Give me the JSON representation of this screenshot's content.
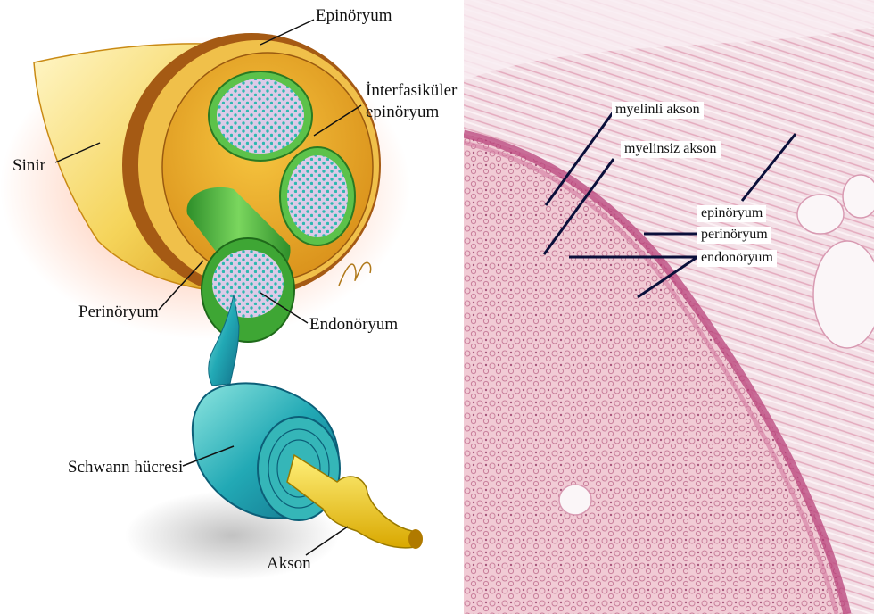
{
  "left_diagram": {
    "labels": {
      "epinoryum": "Epinöryum",
      "interfasikuler_line1": "İnterfasiküler",
      "interfasikuler_line2": "epinöryum",
      "sinir": "Sinir",
      "perinoryum": "Perinöryum",
      "endonoryum": "Endonöryum",
      "schwann": "Schwann hücresi",
      "akson": "Akson"
    }
  },
  "micrograph": {
    "labels": {
      "myelinli": "myelinli akson",
      "myelinsiz": "myelinsiz akson",
      "epinoryum": "epinöryum",
      "perinoryum": "perinöryum",
      "endonoryum": "endonöryum"
    }
  },
  "colors": {
    "nerve_yellow": "#f2c230",
    "epineurium_gold": "#e9a81c",
    "perineurium_green": "#4dbb3a",
    "fascicle_lilac": "#d9c4e6",
    "axon_dots": "#2fb8b0",
    "schwann_teal": "#2ab3b8",
    "axon_yellow": "#f4d020",
    "tissue_pink": "#efc3cf",
    "stain_magenta": "#b8417a"
  }
}
